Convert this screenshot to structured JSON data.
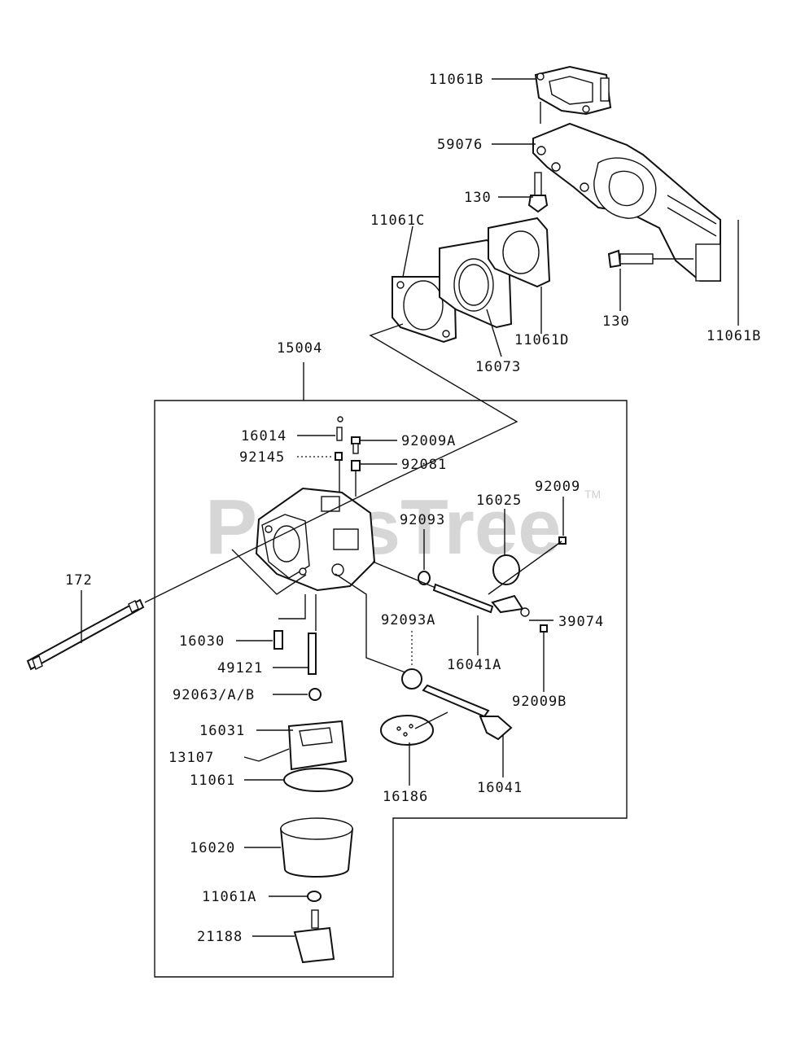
{
  "watermark": {
    "text": "PartsTree",
    "tm": "TM"
  },
  "labels": {
    "l_11061B_top": "11061B",
    "l_59076": "59076",
    "l_130_a": "130",
    "l_11061C": "11061C",
    "l_130_b": "130",
    "l_11061D": "11061D",
    "l_11061B_right": "11061B",
    "l_16073": "16073",
    "l_15004": "15004",
    "l_16014": "16014",
    "l_92009A": "92009A",
    "l_92145": "92145",
    "l_92081": "92081",
    "l_92009": "92009",
    "l_16025": "16025",
    "l_92093": "92093",
    "l_172": "172",
    "l_92093A": "92093A",
    "l_39074": "39074",
    "l_16030": "16030",
    "l_16041A": "16041A",
    "l_49121": "49121",
    "l_92063AB": "92063/A/B",
    "l_92009B": "92009B",
    "l_16031": "16031",
    "l_13107": "13107",
    "l_11061": "11061",
    "l_16186": "16186",
    "l_16041": "16041",
    "l_16020": "16020",
    "l_11061A": "11061A",
    "l_21188": "21188"
  }
}
